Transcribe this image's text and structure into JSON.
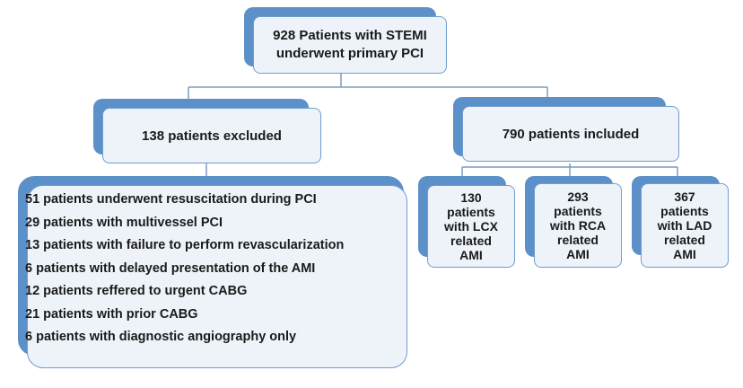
{
  "root": {
    "line1": "928 Patients with STEMI",
    "line2": "underwent primary PCI"
  },
  "excluded": {
    "label": "138 patients excluded"
  },
  "included": {
    "label": "790 patients included"
  },
  "exclusion_reasons": [
    "51 patients underwent resuscitation during PCI",
    "29 patients with multivessel PCI",
    "13 patients with failure to perform revascularization",
    "6 patients with delayed presentation of the AMI",
    "12 patients reffered to urgent CABG",
    "21 patients with prior CABG",
    "6 patients with diagnostic angiography only"
  ],
  "groups": [
    {
      "count": "130",
      "l1": "patients",
      "l2": "with LCX",
      "l3": "related",
      "l4": "AMI"
    },
    {
      "count": "293",
      "l1": "patients",
      "l2": "with RCA",
      "l3": "related",
      "l4": "AMI"
    },
    {
      "count": "367",
      "l1": "patients",
      "l2": "with LAD",
      "l3": "related",
      "l4": "AMI"
    }
  ],
  "colors": {
    "accent": "#5b90c9",
    "fill": "#eef3fa",
    "border": "#6f9dcf",
    "line": "#7a9cc4"
  }
}
